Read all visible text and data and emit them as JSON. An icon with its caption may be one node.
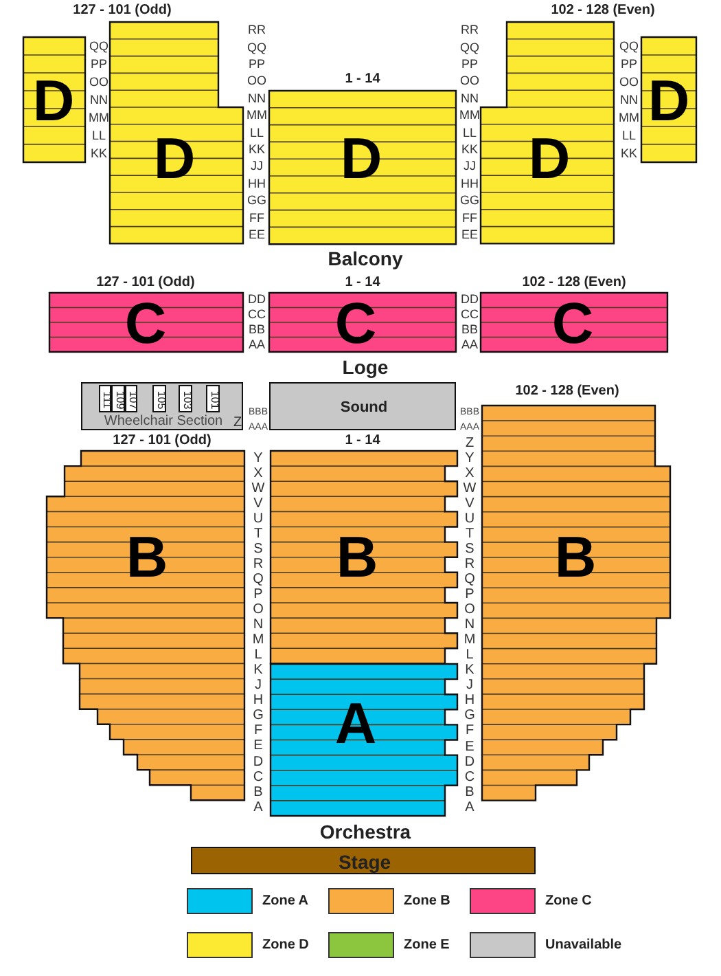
{
  "diagram": {
    "nodes": [
      {
        "text": [
          "D"
        ]
      },
      {
        "text": [
          "127 - 101 (Odd)",
          "D"
        ]
      },
      {
        "text": [
          "1 - 14",
          "D"
        ]
      },
      {
        "text": [
          "102 - 128 (Even)",
          "D"
        ]
      },
      {
        "text": [
          "D"
        ]
      },
      {
        "text": [
          "127 - 101 (Odd)",
          "C"
        ]
      },
      {
        "text": [
          "1 - 14",
          "C"
        ]
      },
      {
        "text": [
          "102 - 128 (Even)",
          "C"
        ]
      },
      {
        "text": [
          "Wheelchair Section"
        ]
      },
      {
        "text": [
          "111"
        ],
        "in": 8
      },
      {
        "text": [
          "109"
        ],
        "in": 8
      },
      {
        "text": [
          "107"
        ],
        "in": 8
      },
      {
        "text": [
          "105"
        ],
        "in": 8
      },
      {
        "text": [
          "103"
        ],
        "in": 8
      },
      {
        "text": [
          "101"
        ],
        "in": 8
      },
      {
        "text": [
          "Sound"
        ]
      },
      {
        "text": [
          "127 - 101 (Odd)",
          "B"
        ]
      },
      {
        "text": [
          "1 - 14",
          "B"
        ]
      },
      {
        "text": [
          "A"
        ]
      },
      {
        "text": [
          "102 - 128 (Even)",
          "B"
        ]
      },
      {
        "text": [
          "Stage"
        ]
      }
    ],
    "labels": [
      "QQ",
      "PP",
      "OO",
      "NN",
      "MM",
      "LL",
      "KK",
      "RR",
      "QQ",
      "PP",
      "OO",
      "NN",
      "MM",
      "LL",
      "KK",
      "JJ",
      "HH",
      "GG",
      "FF",
      "EE",
      "RR",
      "QQ",
      "PP",
      "OO",
      "NN",
      "MM",
      "LL",
      "KK",
      "JJ",
      "HH",
      "GG",
      "FF",
      "EE",
      "QQ",
      "PP",
      "OO",
      "NN",
      "MM",
      "LL",
      "KK",
      "Balcony",
      "DD",
      "CC",
      "BB",
      "AA",
      "DD",
      "CC",
      "BB",
      "AA",
      "Loge",
      "Z",
      "BBB",
      "AAA",
      "Y",
      "X",
      "W",
      "V",
      "U",
      "T",
      "S",
      "R",
      "Q",
      "P",
      "O",
      "N",
      "M",
      "L",
      "K",
      "J",
      "H",
      "G",
      "F",
      "E",
      "D",
      "C",
      "B",
      "A",
      "BBB",
      "AAA",
      "Z",
      "Y",
      "X",
      "W",
      "V",
      "U",
      "T",
      "S",
      "R",
      "Q",
      "P",
      "O",
      "N",
      "M",
      "L",
      "K",
      "J",
      "H",
      "G",
      "F",
      "E",
      "D",
      "C",
      "B",
      "A",
      "Orchestra"
    ],
    "legend": [
      {
        "text": "Zone A",
        "color": "#00c4ee"
      },
      {
        "text": "Zone B",
        "color": "#f9ac42"
      },
      {
        "text": "Zone C",
        "color": "#fd4585"
      },
      {
        "text": "Zone D",
        "color": "#fbe932"
      },
      {
        "text": "Zone E",
        "color": "#8cc63f"
      },
      {
        "text": "Unavailable",
        "color": "#c8c8c8"
      }
    ]
  }
}
